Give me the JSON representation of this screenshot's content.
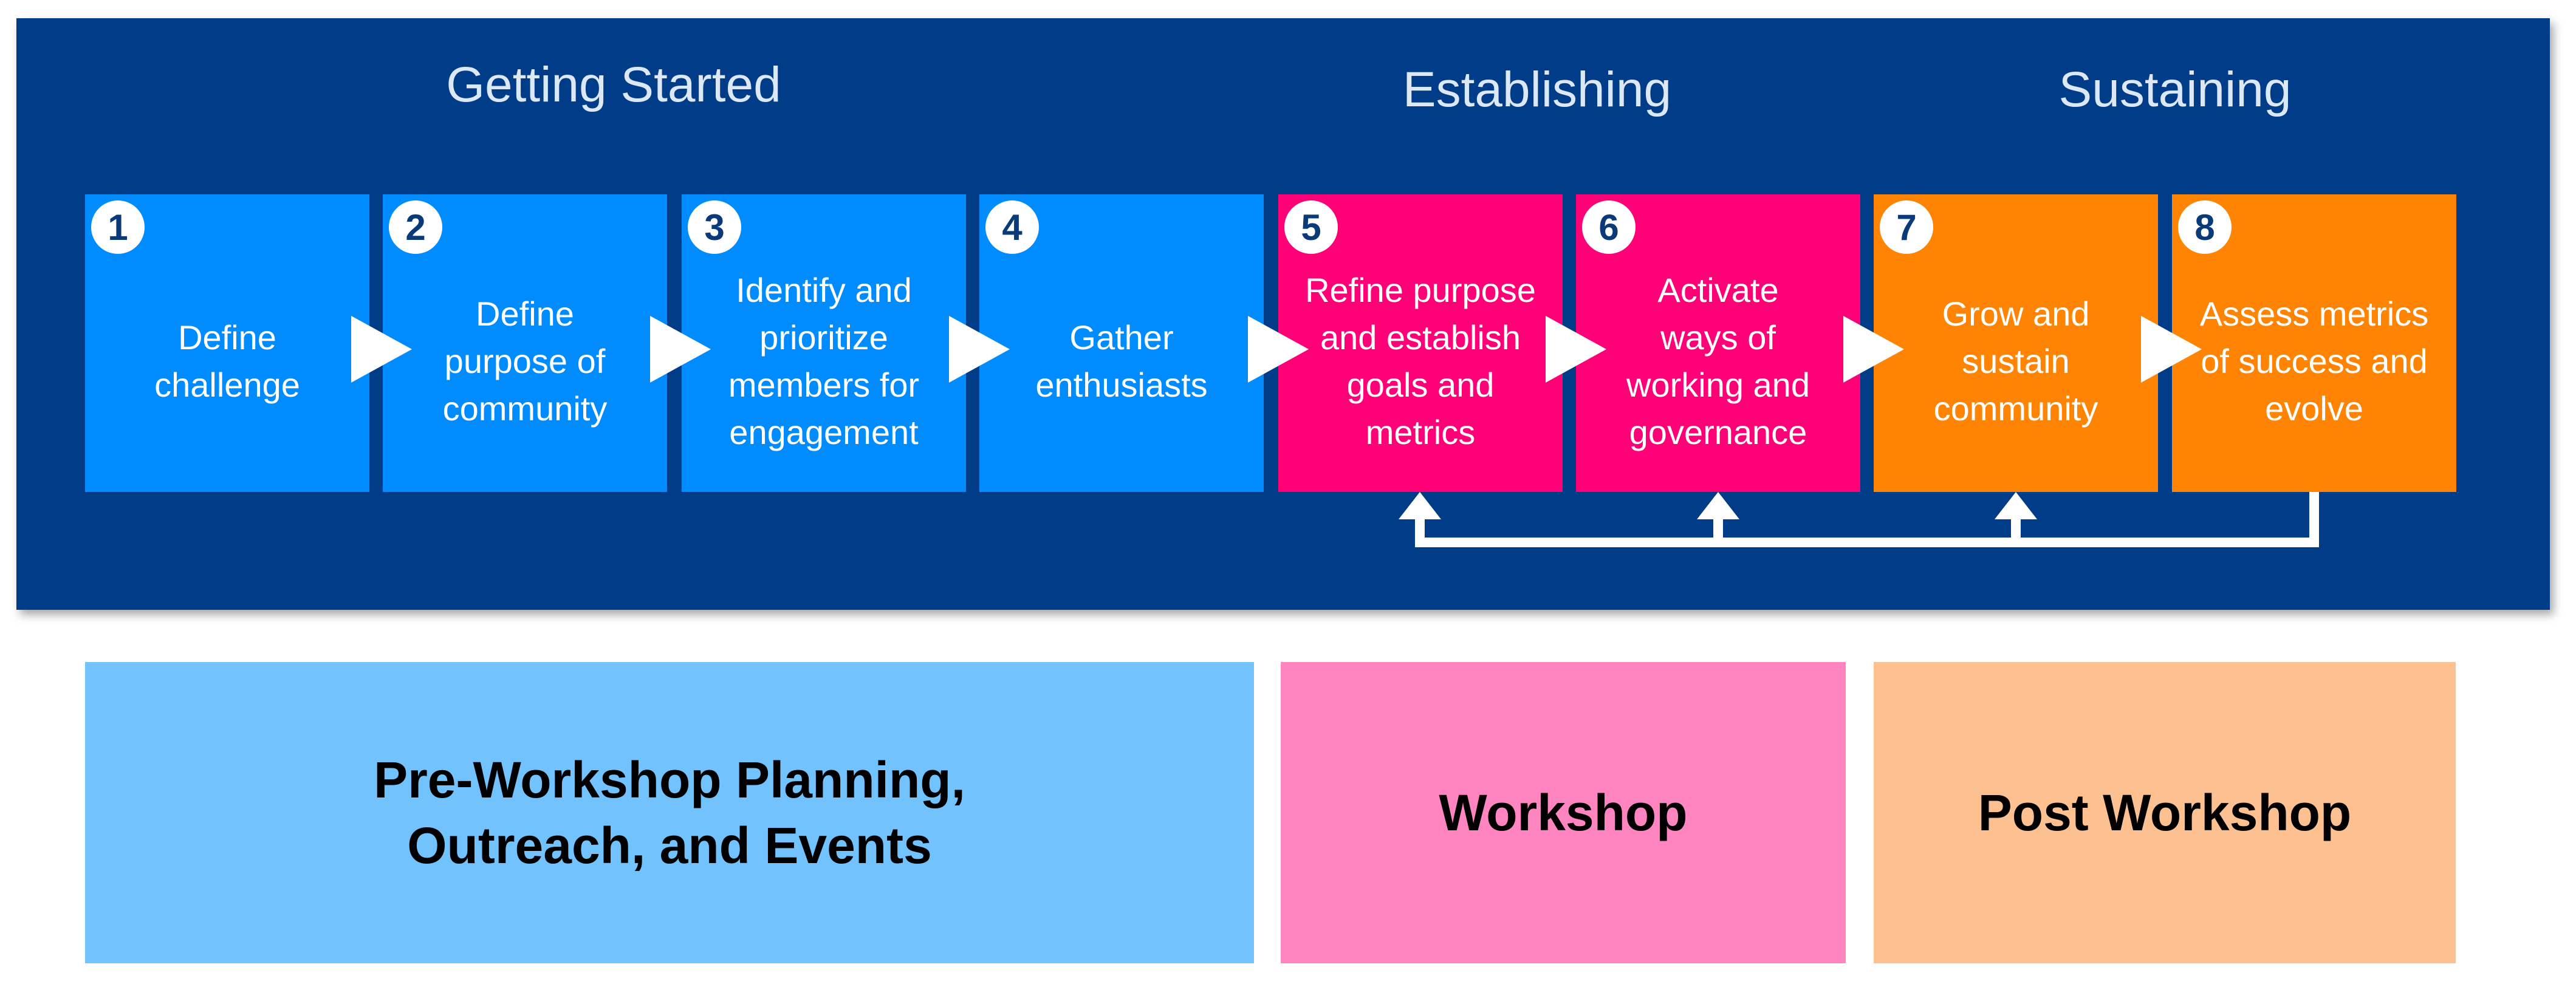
{
  "phases": [
    "Getting Started",
    "Establishing",
    "Sustaining"
  ],
  "steps": [
    {
      "number": "1",
      "text": "Define\nchallenge",
      "color": "#008bff"
    },
    {
      "number": "2",
      "text": "Define\npurpose of\ncommunity",
      "color": "#008bff"
    },
    {
      "number": "3",
      "text": "Identify and\nprioritize\nmembers for\nengagement",
      "color": "#008bff"
    },
    {
      "number": "4",
      "text": "Gather\nenthusiasts",
      "color": "#008bff"
    },
    {
      "number": "5",
      "text": "Refine purpose\nand establish\ngoals and\nmetrics",
      "color": "#ff0077"
    },
    {
      "number": "6",
      "text": "Activate\nways of\nworking and\ngovernance",
      "color": "#ff0077"
    },
    {
      "number": "7",
      "text": "Grow and\nsustain\ncommunity",
      "color": "#ff8404"
    },
    {
      "number": "8",
      "text": "Assess metrics\nof success and\nevolve",
      "color": "#ff8404"
    }
  ],
  "bottom": {
    "pre": "Pre-Workshop Planning,\nOutreach, and Events",
    "workshop": "Workshop",
    "post": "Post Workshop"
  },
  "colors": {
    "panel": "#003c87",
    "getting_started": "#008bff",
    "establishing": "#ff0077",
    "sustaining": "#ff8404",
    "pre_box": "#72c2fd",
    "workshop_box": "#ff85c1",
    "post_box": "#fdc090"
  }
}
